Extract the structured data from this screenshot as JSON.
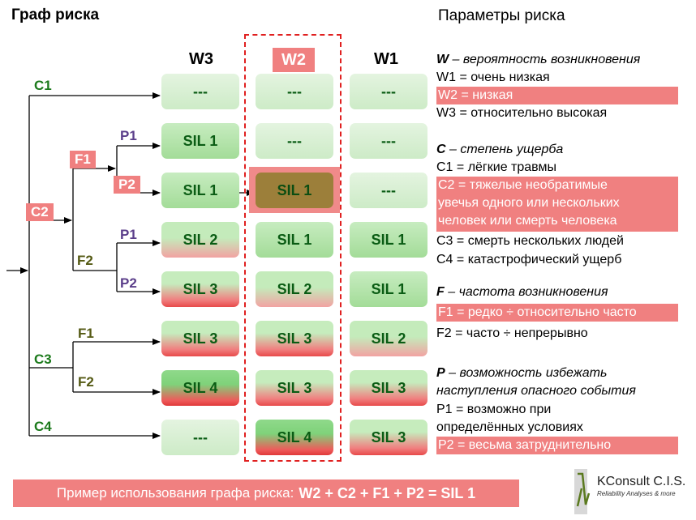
{
  "title": "Граф риска",
  "params_title": "Параметры риска",
  "columns": [
    "W3",
    "W2",
    "W1"
  ],
  "highlight_color": "#f08080",
  "nodes": {
    "c1": "C1",
    "c2": "C2",
    "c3": "C3",
    "c4": "C4",
    "f1": "F1",
    "f2": "F2",
    "f1b": "F1",
    "f2b": "F2",
    "p1": "P1",
    "p2": "P2",
    "p1b": "P1",
    "p2b": "P2"
  },
  "grid": [
    [
      "---",
      "---",
      "---"
    ],
    [
      "SIL 1",
      "---",
      "---"
    ],
    [
      "SIL 1",
      "SIL 1",
      "---"
    ],
    [
      "SIL 2",
      "SIL 1",
      "SIL 1"
    ],
    [
      "SIL 3",
      "SIL 2",
      "SIL 1"
    ],
    [
      "SIL 3",
      "SIL 3",
      "SIL 2"
    ],
    [
      "SIL 4",
      "SIL 3",
      "SIL 3"
    ],
    [
      "---",
      "SIL 4",
      "SIL 3"
    ]
  ],
  "params": {
    "w_head_bold": "W",
    "w_head": " – вероятность возникновения",
    "w1": "W1 = очень низкая",
    "w2": "W2 = низкая",
    "w3": "W3 = относительно высокая",
    "c_head_bold": "C",
    "c_head": " – степень ущерба",
    "c1": "C1 = лёгкие травмы",
    "c2_line1": "C2 = тяжелые необратимые",
    "c2_line2": "увечья одного или нескольких",
    "c2_line3": "человек или смерть человека",
    "c3": "C3 = смерть нескольких людей",
    "c4": "C4 = катастрофический ущерб",
    "f_head_bold": "F",
    "f_head": " – частота возникновения",
    "f1": "F1 = редко ÷ относительно часто",
    "f2": "F2 = часто ÷ непрерывно",
    "p_head_bold": "P",
    "p_head_line1": " – возможность избежать",
    "p_head_line2": "наступления опасного события",
    "p1_line1": "P1 = возможно при",
    "p1_line2": "определённых условиях",
    "p2": "P2 = весьма затруднительно"
  },
  "footer": {
    "text": "Пример использования графа риска:",
    "formula": "W2 + C2 + F1 + P2 = SIL 1"
  },
  "logo": {
    "name": "KConsult C.I.S.",
    "tagline": "Reliability Analyses & more"
  }
}
